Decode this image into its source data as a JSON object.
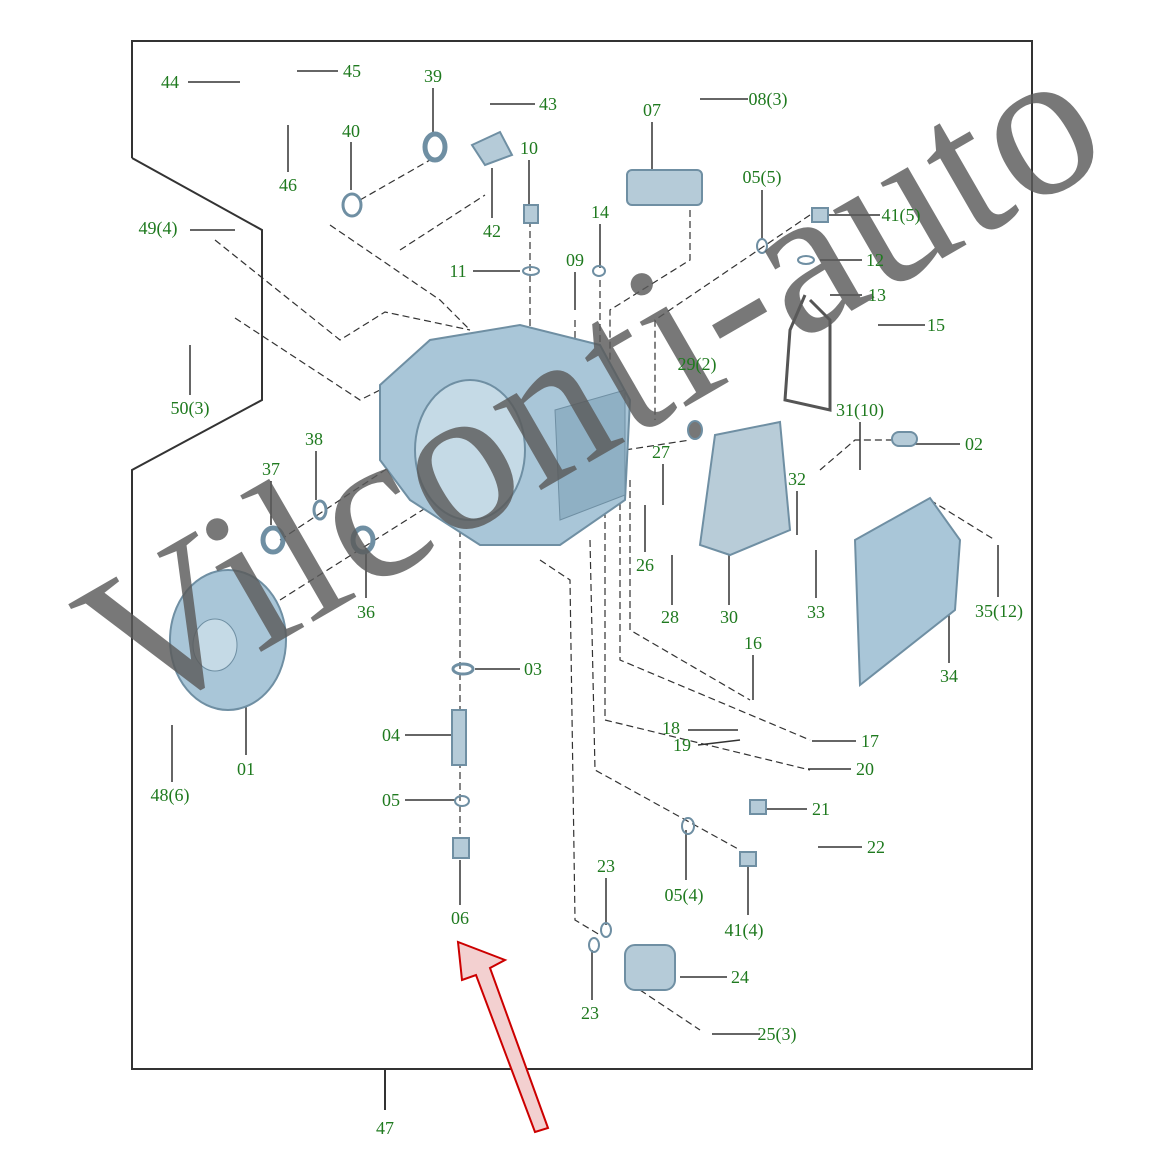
{
  "diagram": {
    "type": "exploded-parts-diagram",
    "frame_label": "47",
    "watermark": "Vilconti-auto",
    "colors": {
      "label": "#1f7a1f",
      "part": "#9fbdd0",
      "part_dark": "#6f8fa3",
      "arrow": "#cc0000",
      "frame": "#333333"
    },
    "labels": [
      "44",
      "45",
      "46",
      "39",
      "40",
      "43",
      "07",
      "08(3)",
      "10",
      "42",
      "05(5)",
      "14",
      "41(5)",
      "49(4)",
      "11",
      "09",
      "12",
      "13",
      "15",
      "29(2)",
      "50(3)",
      "31(10)",
      "02",
      "38",
      "37",
      "27",
      "32",
      "26",
      "28",
      "30",
      "33",
      "35(12)",
      "36",
      "16",
      "34",
      "03",
      "04",
      "18",
      "19",
      "17",
      "01",
      "20",
      "48(6)",
      "05",
      "21",
      "22",
      "23",
      "05(4)",
      "06",
      "41(4)",
      "24",
      "23",
      "25(3)"
    ]
  }
}
